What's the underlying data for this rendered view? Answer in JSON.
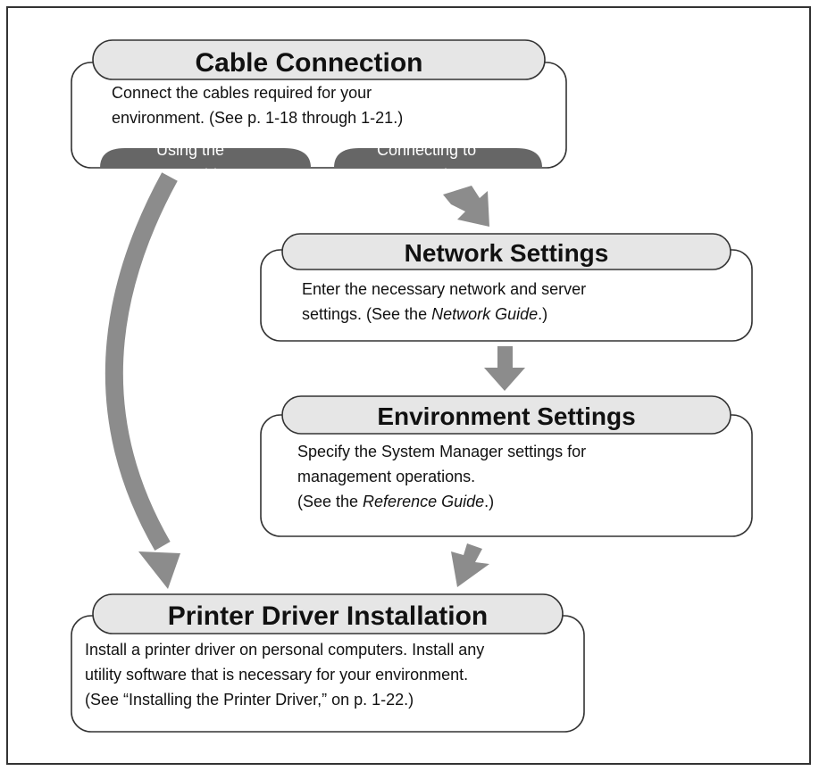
{
  "cable_connection": {
    "title": "Cable Connection",
    "lines": [
      "Connect the cables required for your",
      "environment. (See p. 1-18 through 1-21.)"
    ],
    "tab_usb": [
      "Using the",
      "USB cable"
    ],
    "tab_network": [
      "Connecting to",
      "a network"
    ]
  },
  "network_settings": {
    "title": "Network Settings",
    "line1": "Enter the necessary network and server",
    "line2_pre": "settings. (See the ",
    "line2_italic": "Network Guide",
    "line2_post": ".)"
  },
  "environment_settings": {
    "title": "Environment Settings",
    "line1": "Specify the System Manager settings for",
    "line2": "management operations.",
    "line3_pre": "(See the ",
    "line3_italic": "Reference Guide",
    "line3_post": ".)"
  },
  "printer_driver_installation": {
    "title": "Printer Driver Installation",
    "lines": [
      "Install a printer driver on personal computers. Install any",
      "utility software that is necessary for your environment.",
      "(See “Installing the Printer Driver,” on p. 1-22.)"
    ]
  },
  "colors": {
    "frame": "#333333",
    "title_pill": "#e6e6e6",
    "tab": "#666666",
    "arrow": "#8c8c8c"
  }
}
